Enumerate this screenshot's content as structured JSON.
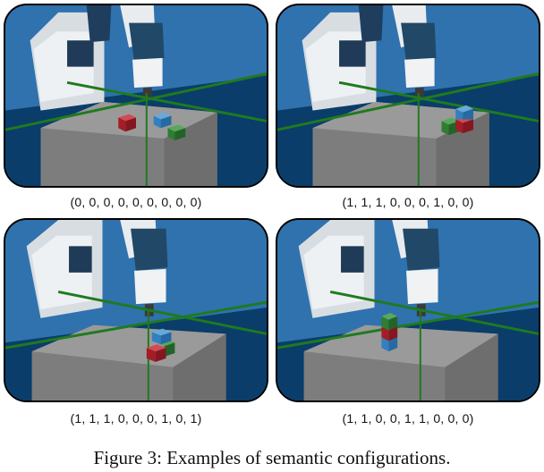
{
  "figure": {
    "caption": "Figure 3: Examples of semantic configurations.",
    "panels": [
      {
        "label": "(0, 0, 0, 0, 0, 0, 0, 0, 0)",
        "scene": "blocks-separated"
      },
      {
        "label": "(1, 1, 1, 0, 0, 0, 1, 0, 0)",
        "scene": "blocks-pair-stacked"
      },
      {
        "label": "(1, 1, 1, 0, 0, 0, 1, 0, 1)",
        "scene": "blocks-pair-stacked-close"
      },
      {
        "label": "(1, 1, 0, 0, 1, 1, 0, 0, 0)",
        "scene": "blocks-tower-of-three"
      }
    ]
  },
  "colors": {
    "sky": "#2a6aa6",
    "floor": "#083a66",
    "table": "#8f8f8f",
    "axis": "#1f7a1f",
    "red": "#b3202a",
    "green": "#2f7d32",
    "blue": "#2f78b5"
  }
}
